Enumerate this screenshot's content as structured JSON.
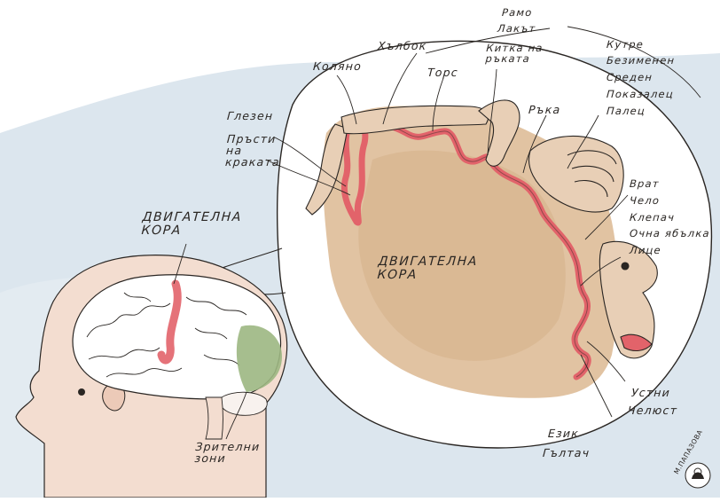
{
  "diagram": {
    "colors": {
      "background_wash": "#dce6ee",
      "head_skin": "#f3ddd0",
      "cortex_tan": "#dcb892",
      "motor_strip": "#e2636a",
      "visual_area": "#9cb782",
      "ink": "#2a2623"
    },
    "brain_labels": {
      "motor_cortex": "ДВИГАТЕЛНА КОРА",
      "visual_areas": "Зрителни зони"
    },
    "zoom_labels": {
      "motor_cortex": "ДВИГАТЕЛНА КОРА"
    },
    "body_parts": [
      "Рамо",
      "Лакът",
      "Китка на ръката",
      "Кутре",
      "Безименен",
      "Среден",
      "Показалец",
      "Палец",
      "Хълбок",
      "Торс",
      "Ръка",
      "Коляно",
      "Глезен",
      "Пръсти на краката",
      "Врат",
      "Чело",
      "Клепач",
      "Очна ябълка",
      "Лице",
      "Устни",
      "Челюст",
      "Език",
      "Гълтач"
    ],
    "signature": "М.ПАПАЗОВА",
    "icons": [
      "brain-icon",
      "homunculus-icon",
      "signature-portrait-icon"
    ]
  }
}
